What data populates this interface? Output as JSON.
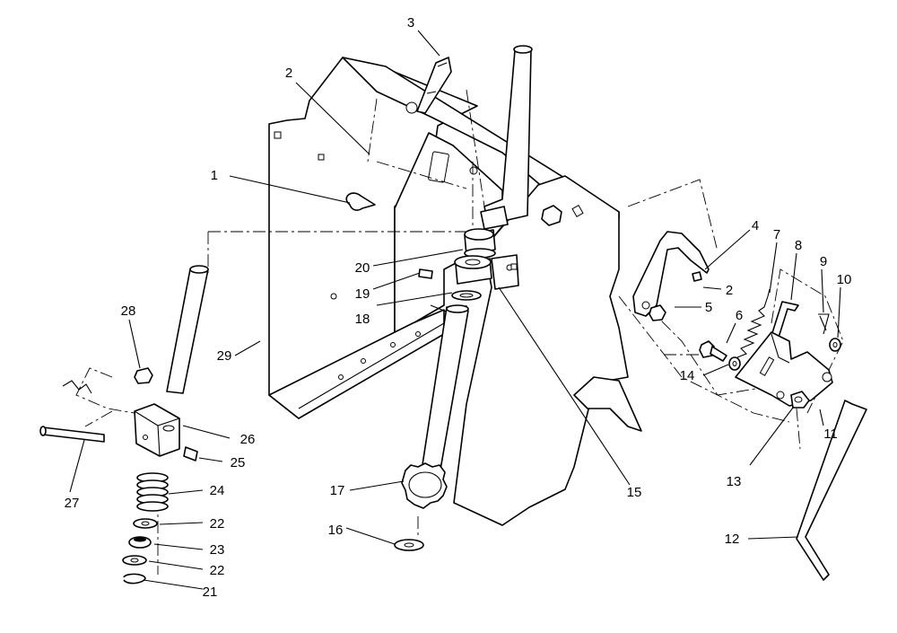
{
  "diagram": {
    "callouts": [
      {
        "id": "c1",
        "label": "1"
      },
      {
        "id": "c2a",
        "label": "2"
      },
      {
        "id": "c2b",
        "label": "2"
      },
      {
        "id": "c3",
        "label": "3"
      },
      {
        "id": "c4",
        "label": "4"
      },
      {
        "id": "c5",
        "label": "5"
      },
      {
        "id": "c6",
        "label": "6"
      },
      {
        "id": "c7",
        "label": "7"
      },
      {
        "id": "c8",
        "label": "8"
      },
      {
        "id": "c9",
        "label": "9"
      },
      {
        "id": "c10",
        "label": "10"
      },
      {
        "id": "c11",
        "label": "11"
      },
      {
        "id": "c12",
        "label": "12"
      },
      {
        "id": "c13",
        "label": "13"
      },
      {
        "id": "c14",
        "label": "14"
      },
      {
        "id": "c15",
        "label": "15"
      },
      {
        "id": "c16",
        "label": "16"
      },
      {
        "id": "c17",
        "label": "17"
      },
      {
        "id": "c18",
        "label": "18"
      },
      {
        "id": "c19",
        "label": "19"
      },
      {
        "id": "c20",
        "label": "20"
      },
      {
        "id": "c21",
        "label": "21"
      },
      {
        "id": "c22a",
        "label": "22"
      },
      {
        "id": "c22b",
        "label": "22"
      },
      {
        "id": "c23",
        "label": "23"
      },
      {
        "id": "c24",
        "label": "24"
      },
      {
        "id": "c25",
        "label": "25"
      },
      {
        "id": "c26",
        "label": "26"
      },
      {
        "id": "c27",
        "label": "27"
      },
      {
        "id": "c28",
        "label": "28"
      },
      {
        "id": "c29",
        "label": "29"
      }
    ]
  }
}
